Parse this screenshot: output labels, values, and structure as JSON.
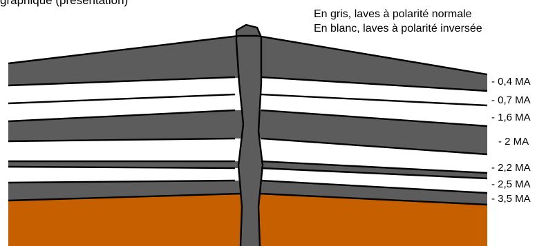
{
  "header_fragment": "graphique (présentation)",
  "legend": {
    "grey_line": "En gris, laves à polarité normale",
    "white_line": "En blanc, laves à polarité inversée"
  },
  "age_labels": [
    "- 0,4 MA",
    "- 0,7 MA",
    "- 1,6 MA",
    "- 2 MA",
    "- 2,2 MA",
    "- 2,5 MA",
    "- 3,5 MA"
  ],
  "colors": {
    "normal_polarity": "#5c5c5c",
    "reversed_polarity": "#ffffff",
    "mantle": "#c65f00",
    "outline": "#000000"
  }
}
